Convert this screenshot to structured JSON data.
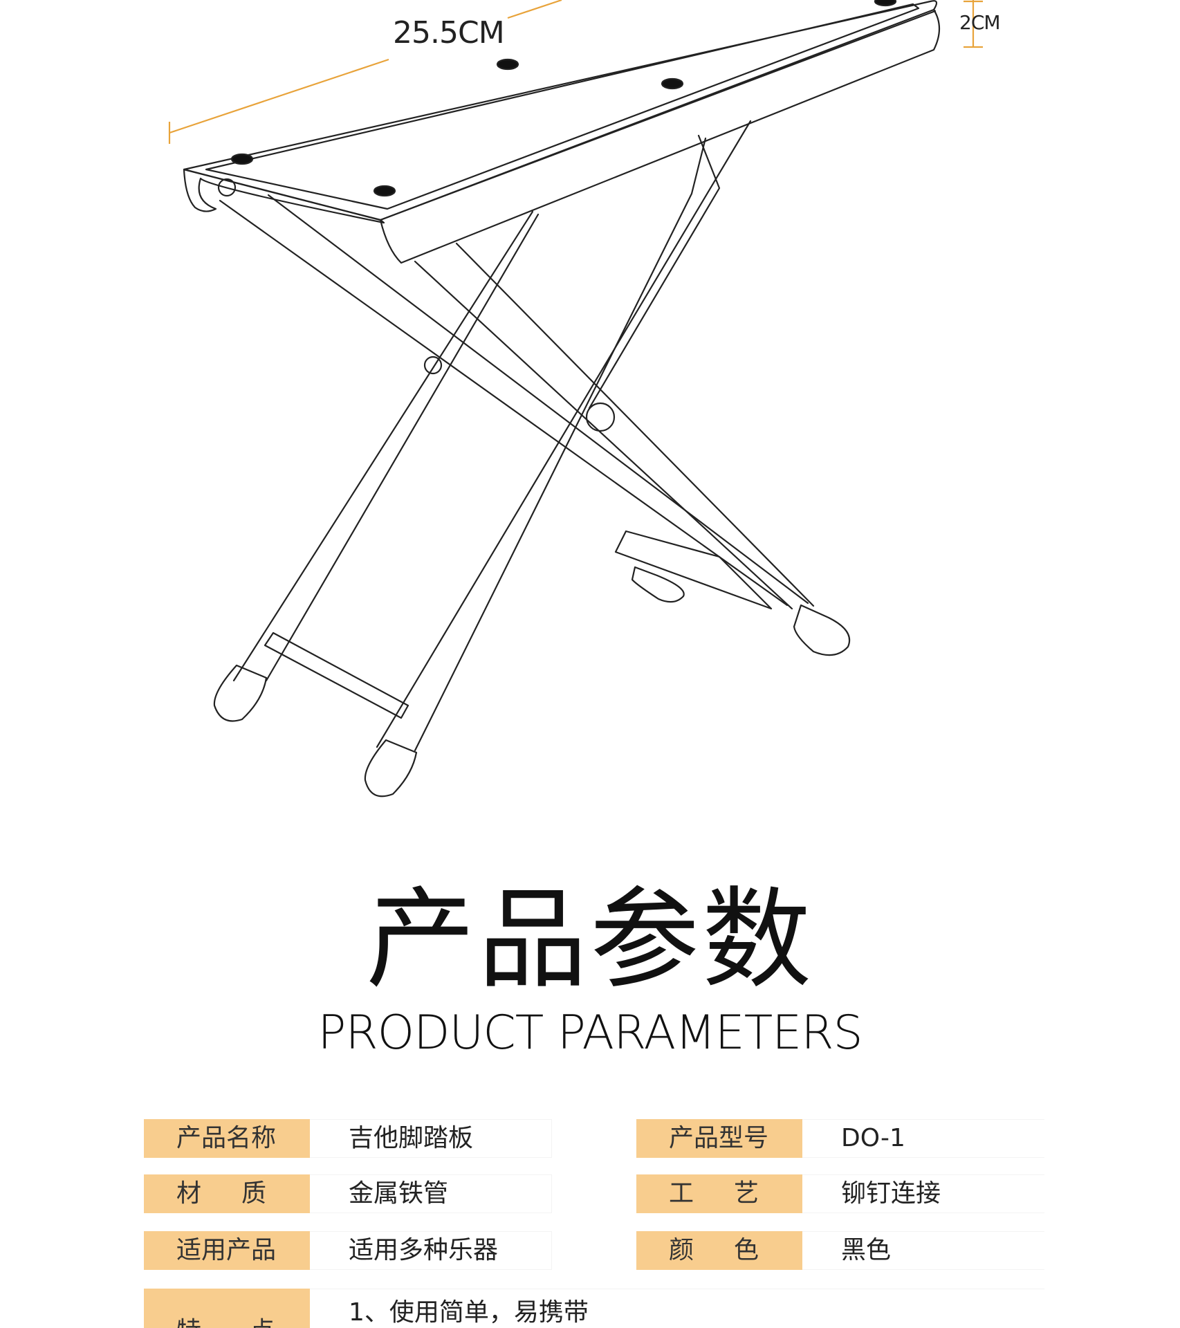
{
  "dimensions": {
    "length": "25.5CM",
    "thickness": "2CM"
  },
  "title": {
    "cn": "产品参数",
    "en": "PRODUCT PARAMETERS"
  },
  "params": [
    {
      "label": "产品名称",
      "value": "吉他脚踏板"
    },
    {
      "label": "产品型号",
      "value": "DO-1"
    },
    {
      "label": "材质",
      "value": "金属铁管"
    },
    {
      "label": "工艺",
      "value": "铆钉连接"
    },
    {
      "label": "适用产品",
      "value": "适用多种乐器"
    },
    {
      "label": "颜色",
      "value": "黑色"
    }
  ],
  "features": {
    "label": "特点",
    "items": [
      "1、使用简单，易携带"
    ]
  },
  "colors": {
    "label_background": "#f8cd8e",
    "dimension_line": "#e8a33a",
    "drawing_line": "#222222"
  }
}
